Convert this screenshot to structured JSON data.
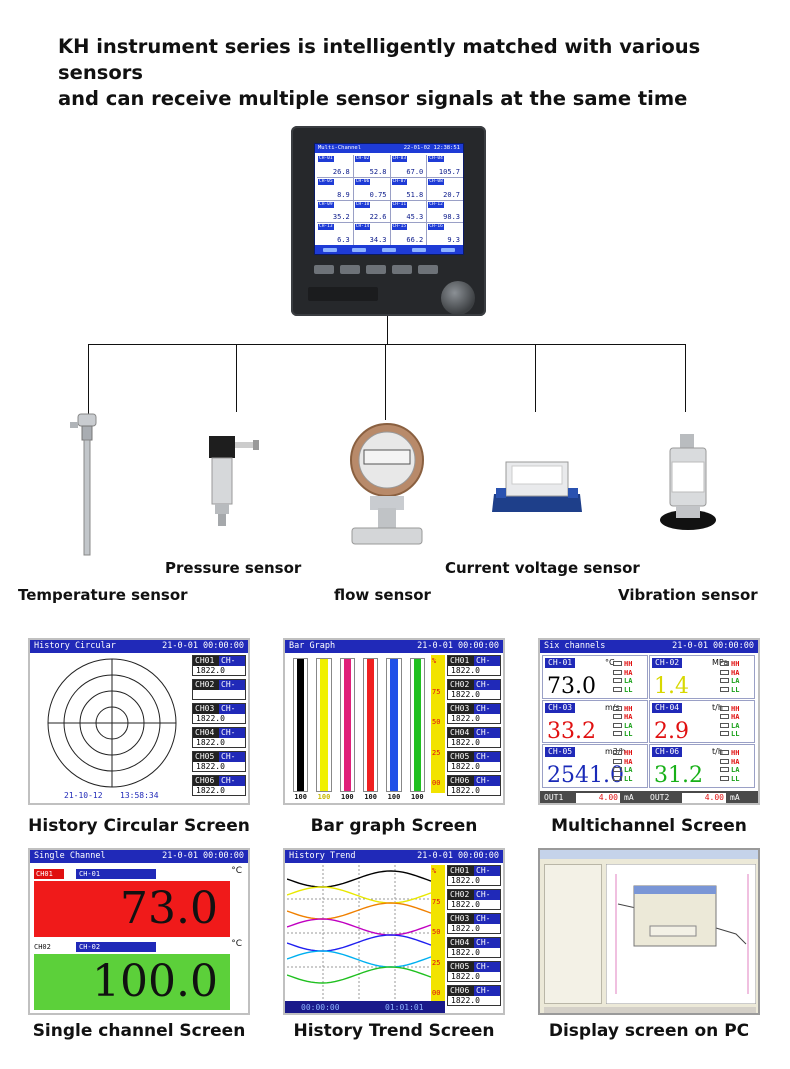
{
  "headline": {
    "line1": "KH instrument series is intelligently matched with various sensors",
    "line2": "and can receive multiple sensor signals at the same time"
  },
  "instrument": {
    "screen_title": "Multi-Channel",
    "screen_time": "22-01-02 12:38:51",
    "channels": [
      {
        "label": "CH-01",
        "value": "26.8"
      },
      {
        "label": "CH-02",
        "value": "52.8"
      },
      {
        "label": "CH-03",
        "value": "67.0"
      },
      {
        "label": "CH-04",
        "value": "105.7"
      },
      {
        "label": "CH-05",
        "value": "8.9"
      },
      {
        "label": "CH-06",
        "value": "0.75"
      },
      {
        "label": "CH-07",
        "value": "51.8"
      },
      {
        "label": "CH-08",
        "value": "20.7"
      },
      {
        "label": "CH-09",
        "value": "35.2"
      },
      {
        "label": "CH-10",
        "value": "22.6"
      },
      {
        "label": "CH-11",
        "value": "45.3"
      },
      {
        "label": "CH-12",
        "value": "98.3"
      },
      {
        "label": "CH-13",
        "value": "6.3"
      },
      {
        "label": "CH-14",
        "value": "34.3"
      },
      {
        "label": "CH-15",
        "value": "66.2"
      },
      {
        "label": "CH-16",
        "value": "9.3"
      }
    ]
  },
  "sensors": {
    "pressure": "Pressure sensor",
    "current_voltage": "Current voltage sensor",
    "temperature": "Temperature sensor",
    "flow": "flow sensor",
    "vibration": "Vibration sensor"
  },
  "screens": {
    "history_circular": {
      "title": "History Circular",
      "clock": "21-0-01 00:00:00",
      "date": "21-10-12",
      "time": "13:58:34",
      "caption": "History Circular Screen",
      "side": [
        {
          "a": "CH01",
          "b": "CH-01",
          "v": "1822.0"
        },
        {
          "a": "CH02",
          "b": "CH-02",
          "v": ""
        },
        {
          "a": "CH03",
          "b": "CH-03",
          "v": "1822.0"
        },
        {
          "a": "CH04",
          "b": "CH-04",
          "v": "1822.0"
        },
        {
          "a": "CH05",
          "b": "CH-05",
          "v": "1822.0"
        },
        {
          "a": "CH06",
          "b": "CH-06",
          "v": "1822.0"
        }
      ]
    },
    "bar_graph": {
      "title": "Bar Graph",
      "clock": "21-0-01 00:00:00",
      "caption": "Bar graph Screen",
      "scale": [
        "%",
        "75",
        "50",
        "25",
        "00"
      ],
      "bar_values": [
        "100",
        "100",
        "100",
        "100",
        "100",
        "100"
      ],
      "side": [
        {
          "a": "CH01",
          "b": "CH-01",
          "v": "1822.0"
        },
        {
          "a": "CH02",
          "b": "CH-02",
          "v": "1822.0"
        },
        {
          "a": "CH03",
          "b": "CH-03",
          "v": "1822.0"
        },
        {
          "a": "CH04",
          "b": "CH-04",
          "v": "1822.0"
        },
        {
          "a": "CH05",
          "b": "CH-05",
          "v": "1822.0"
        },
        {
          "a": "CH06",
          "b": "CH-06",
          "v": "1822.0"
        }
      ]
    },
    "multichannel": {
      "title": "Six channels",
      "clock": "21-0-01 00:00:00",
      "caption": "Multichannel Screen",
      "cells": [
        {
          "label": "CH-01",
          "unit": "°C",
          "value": "73.0",
          "color": "#000000"
        },
        {
          "label": "CH-02",
          "unit": "MPa",
          "value": "1.4",
          "color": "#d8d800"
        },
        {
          "label": "CH-03",
          "unit": "m/s",
          "value": "33.2",
          "color": "#e01010"
        },
        {
          "label": "CH-04",
          "unit": "t/h",
          "value": "2.9",
          "color": "#e01010"
        },
        {
          "label": "CH-05",
          "unit": "m3/h",
          "value": "2541.0",
          "color": "#1a2ab8"
        },
        {
          "label": "CH-06",
          "unit": "t/h",
          "value": "31.2",
          "color": "#18b018"
        }
      ],
      "alarms": [
        "HH",
        "HA",
        "LA",
        "LL"
      ],
      "out1_label": "OUT1",
      "out1_value": "4.00",
      "out1_unit": "mA",
      "out2_label": "OUT2",
      "out2_value": "4.00",
      "out2_unit": "mA"
    },
    "single_channel": {
      "title": "Single Channel",
      "clock": "21-0-01 00:00:00",
      "caption": "Single channel Screen",
      "ch1_tag": "CH01",
      "ch1_label": "CH-01",
      "ch1_value": "73.0",
      "ch2_tag": "CH02",
      "ch2_label": "CH-02",
      "ch2_value": "100.0",
      "unit": "°C"
    },
    "history_trend": {
      "title": "History Trend",
      "clock": "21-0-01 00:00:00",
      "caption": "History Trend Screen",
      "time_start": "00:00:00",
      "time_end": "01:01:01",
      "scale": [
        "%",
        "75",
        "50",
        "25",
        "00"
      ],
      "side": [
        {
          "a": "CH01",
          "b": "CH-01",
          "v": "1822.0"
        },
        {
          "a": "CH02",
          "b": "CH-02",
          "v": "1822.0"
        },
        {
          "a": "CH03",
          "b": "CH-03",
          "v": "1822.0"
        },
        {
          "a": "CH04",
          "b": "CH-04",
          "v": "1822.0"
        },
        {
          "a": "CH05",
          "b": "CH-05",
          "v": "1822.0"
        },
        {
          "a": "CH06",
          "b": "CH-06",
          "v": "1822.0"
        }
      ]
    },
    "pc": {
      "caption": "Display screen on PC"
    }
  },
  "colors": {
    "screen_blue": "#2029b8",
    "bar_colors": [
      "#000000",
      "#f0f000",
      "#e0207a",
      "#f02020",
      "#2050e8",
      "#20c020"
    ],
    "trend_colors": [
      "#000000",
      "#e8e800",
      "#f08000",
      "#c000c0",
      "#2020f0",
      "#00b0f0",
      "#20c020"
    ]
  }
}
